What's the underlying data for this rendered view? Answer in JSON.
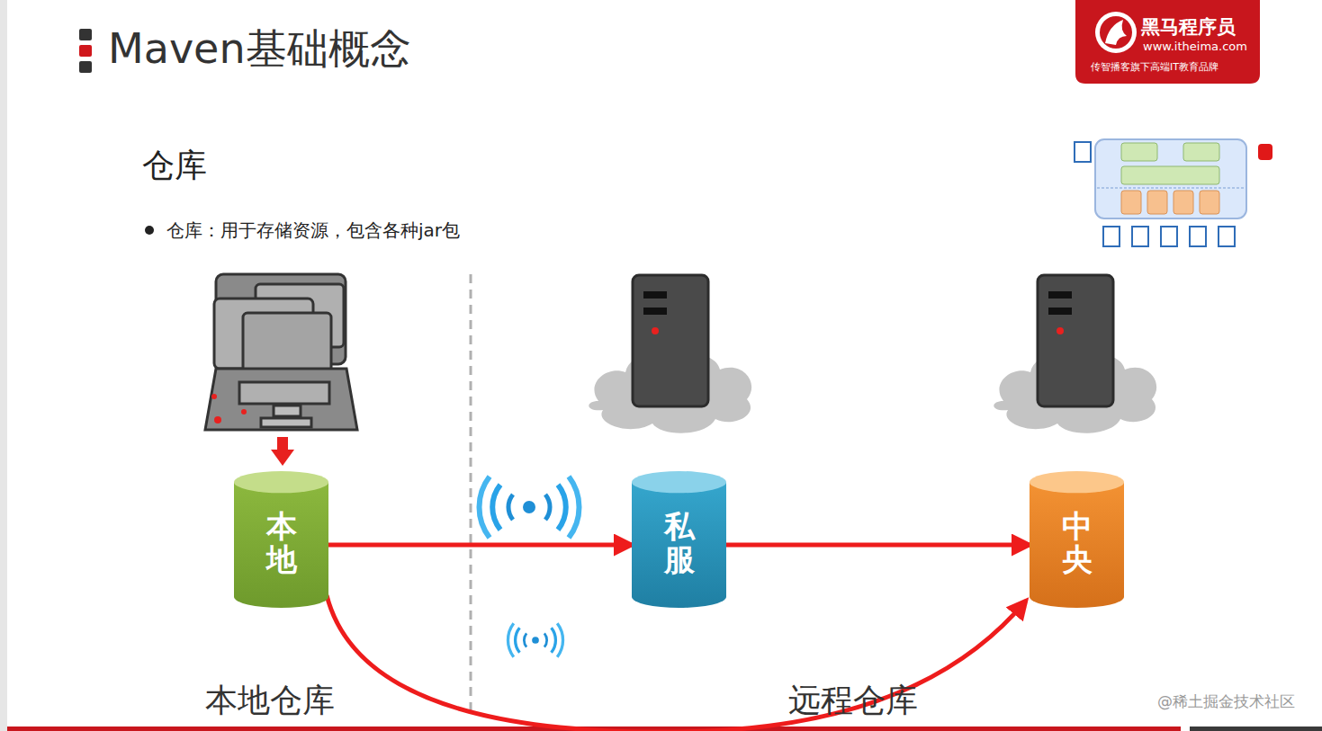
{
  "diagram": {
    "title": "Maven基础概念",
    "nodes": [
      {
        "text": [
          "本地"
        ]
      },
      {
        "text": [
          "私服"
        ]
      },
      {
        "text": [
          "中央"
        ]
      }
    ],
    "edges": [
      {
        "from": 0,
        "to": 1,
        "arrow": "to"
      },
      {
        "from": 1,
        "to": 2,
        "arrow": "to"
      },
      {
        "from": 0,
        "to": 2,
        "arrow": "to"
      }
    ],
    "labels": [
      "黑马程序员",
      "www.itheima.com",
      "传智播客旗下高端IT教育品牌",
      "仓库",
      "仓库：用于存储资源，包含各种jar包",
      "本地仓库",
      "远程仓库",
      "@稀土掘金技术社区"
    ]
  }
}
